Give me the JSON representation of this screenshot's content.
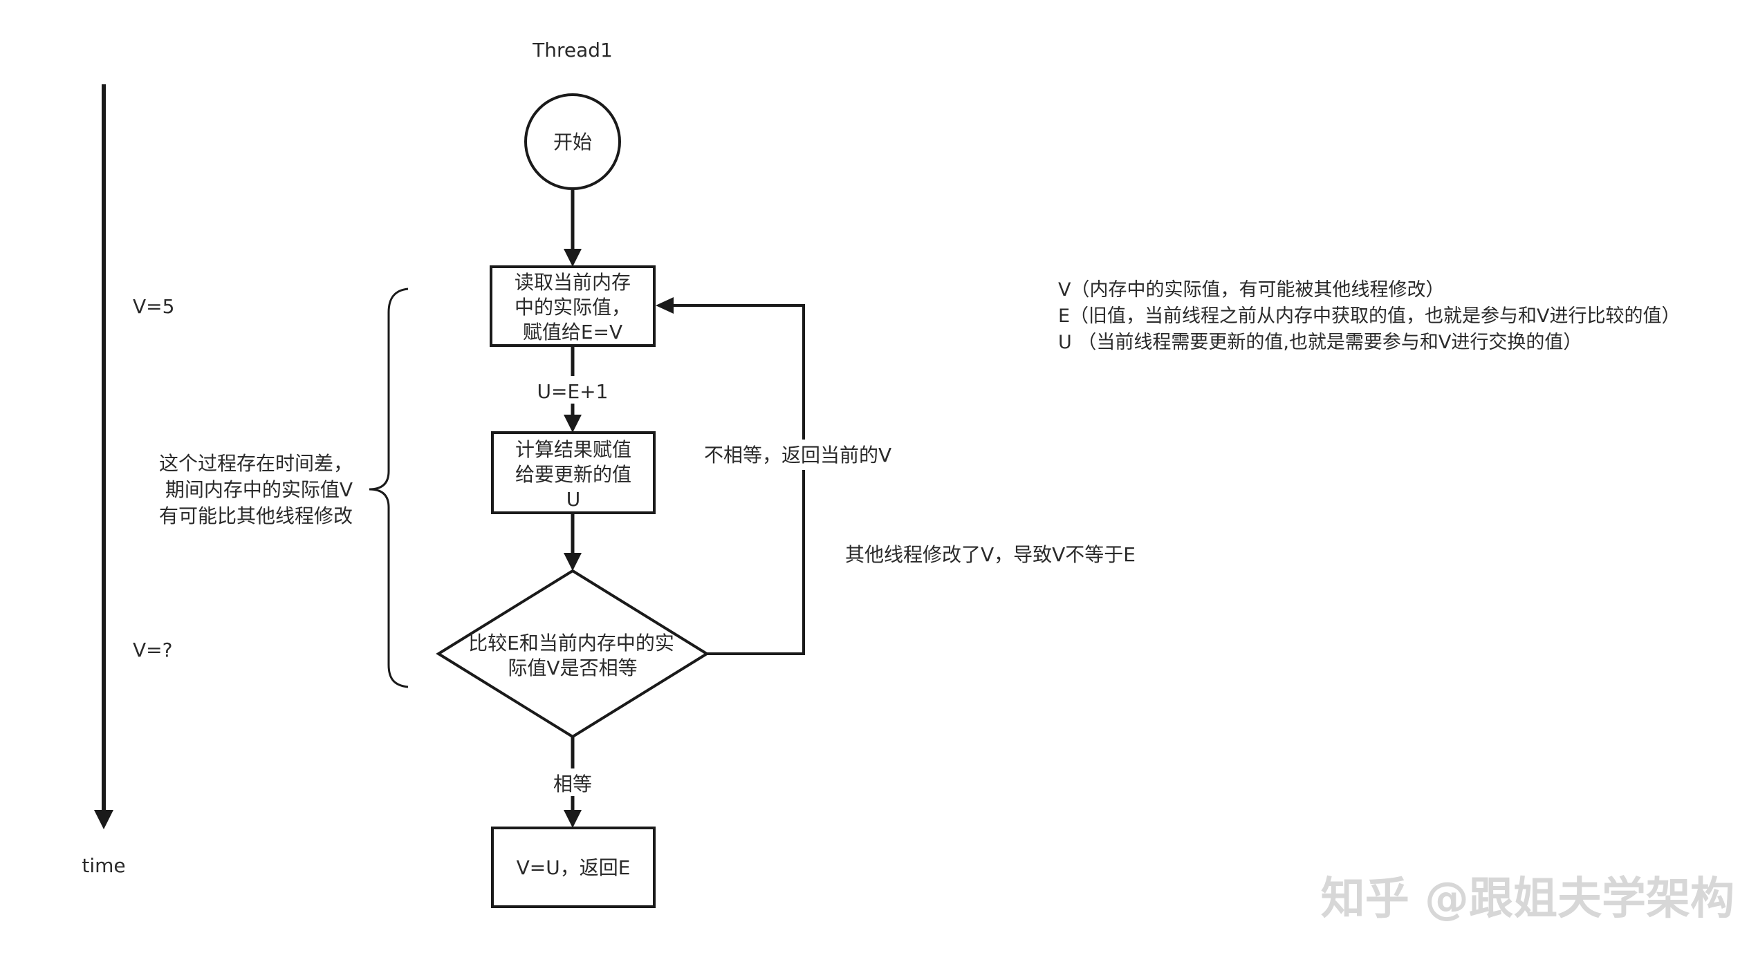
{
  "diagram": {
    "title": "Thread1",
    "time_axis": {
      "label": "time",
      "marks": [
        "V=5",
        "V=?"
      ]
    },
    "brace_note": [
      "这个过程存在时间差，",
      "期间内存中的实际值V",
      "有可能比其他线程修改"
    ],
    "nodes": {
      "start": {
        "shape": "circle",
        "label": "开始"
      },
      "read": {
        "shape": "rect",
        "lines": [
          "读取当前内存",
          "中的实际值，",
          "赋值给E=V"
        ]
      },
      "compute": {
        "shape": "rect",
        "lines": [
          "计算结果赋值",
          "给要更新的值",
          "U"
        ]
      },
      "compare": {
        "shape": "diamond",
        "lines": [
          "比较E和当前内存中的实",
          "际值V是否相等"
        ]
      },
      "end": {
        "shape": "rect",
        "label": "V=U，返回E"
      }
    },
    "edges": {
      "read_to_compute": "U=E+1",
      "compare_to_end": "相等",
      "compare_to_read": "不相等，返回当前的V"
    },
    "side_note": "其他线程修改了V，导致V不等于E",
    "legend": [
      "V（内存中的实际值，有可能被其他线程修改）",
      "E（旧值，当前线程之前从内存中获取的值，也就是参与和V进行比较的值）",
      "U （当前线程需要更新的值,也就是需要参与和V进行交换的值）"
    ],
    "watermark": "知乎 @跟姐夫学架构",
    "colors": {
      "line": "#1a1a1a",
      "text": "#2a2a2a",
      "watermark": "#d7d7d7",
      "background": "#ffffff"
    }
  }
}
